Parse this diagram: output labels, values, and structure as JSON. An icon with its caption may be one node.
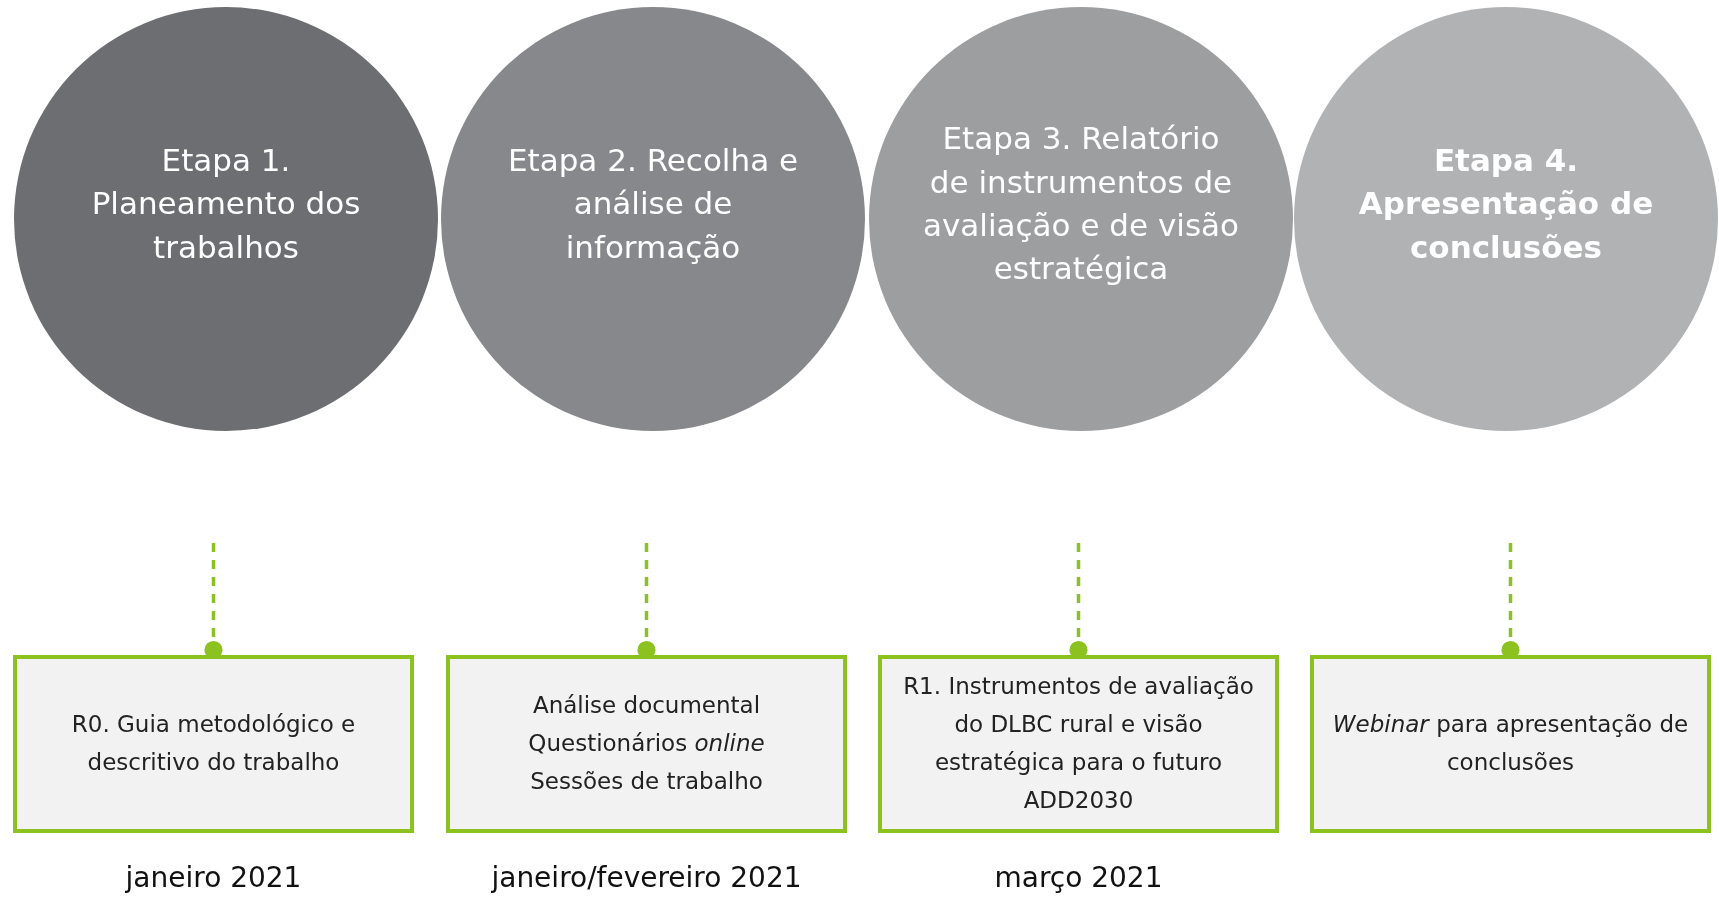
{
  "diagram": {
    "nodes": [
      {
        "text": [
          "Etapa 1. Planeamento dos trabalhos"
        ]
      },
      {
        "text": [
          "Etapa 2. Recolha e análise de informação"
        ]
      },
      {
        "text": [
          "Etapa 3. Relatório de instrumentos de avaliação e de visão estratégica"
        ]
      },
      {
        "text": [
          "Etapa 4. Apresentação de conclusões"
        ]
      },
      {
        "text": [
          "R0. Guia metodológico e descritivo do trabalho"
        ],
        "beside": [
          "janeiro 2021"
        ]
      },
      {
        "text": [
          "Análise documental",
          "Questionários *online*",
          "Sessões de trabalho"
        ],
        "beside": [
          "janeiro/fevereiro 2021"
        ]
      },
      {
        "text": [
          "R1. Instrumentos de avaliação do DLBC rural e visão estratégica para o futuro ADD2030"
        ],
        "beside": [
          "março 2021"
        ]
      },
      {
        "text": [
          "*Webinar* para apresentação de conclusões"
        ]
      }
    ],
    "edges": [
      {
        "from": null,
        "to": 4,
        "arrow": "other",
        "style": "dashed"
      },
      {
        "from": null,
        "to": 5,
        "arrow": "other",
        "style": "dashed"
      },
      {
        "from": null,
        "to": 6,
        "arrow": "other",
        "style": "dashed"
      },
      {
        "from": null,
        "to": 7,
        "arrow": "other",
        "style": "dashed"
      }
    ]
  }
}
